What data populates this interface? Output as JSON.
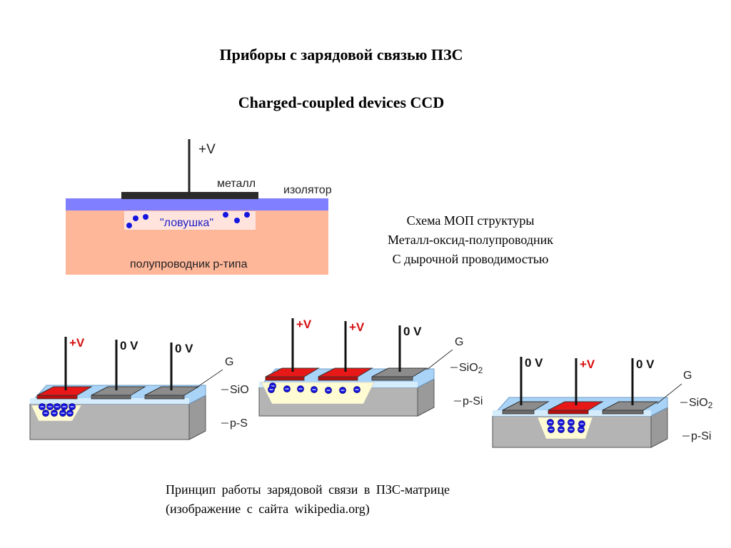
{
  "page": {
    "title_ru": "Приборы с зарядовой связью ПЗС",
    "title_en": "Charged-coupled devices CCD"
  },
  "mos_diagram": {
    "voltage": "+V",
    "metal": "металл",
    "insulator": "изолятор",
    "trap": "\"ловушка\"",
    "semiconductor": "полупроводник р-типа"
  },
  "mos_caption": [
    "Схема МОП структуры",
    "Металл-оксид-полупроводник",
    "С дырочной проводимостью"
  ],
  "ccd_panels": [
    {
      "electrodes": [
        "+V",
        "0 V",
        "0 V"
      ],
      "active": [
        true,
        false,
        false
      ],
      "gate_label": "G",
      "oxide_label": "SiO",
      "substrate_label": "p-S"
    },
    {
      "electrodes": [
        "+V",
        "+V",
        "0 V"
      ],
      "active": [
        true,
        true,
        false
      ],
      "gate_label": "G",
      "oxide_label": "SiO",
      "oxide_sub": "2",
      "substrate_label": "p-Si"
    },
    {
      "electrodes": [
        "0 V",
        "+V",
        "0 V"
      ],
      "active": [
        false,
        true,
        false
      ],
      "gate_label": "G",
      "oxide_label": "SiO",
      "oxide_sub": "2",
      "substrate_label": "p-Si"
    }
  ],
  "bottom_caption": [
    "Принцип работы зарядовой связи в ПЗС-матрице",
    "(изображение с сайта wikipedia.org)"
  ],
  "colors": {
    "semiconductor": "#FFB79A",
    "insulator": "#7F7FFF",
    "metal": "#2B2B2B",
    "trap": "#FFE4DE",
    "electron": "#1515E0",
    "active_electrode": "#E81818",
    "idle_electrode": "#8C8C8C",
    "oxide": "#A9D3F7",
    "substrate": "#B4B4B4",
    "well": "#FFFBD2"
  }
}
